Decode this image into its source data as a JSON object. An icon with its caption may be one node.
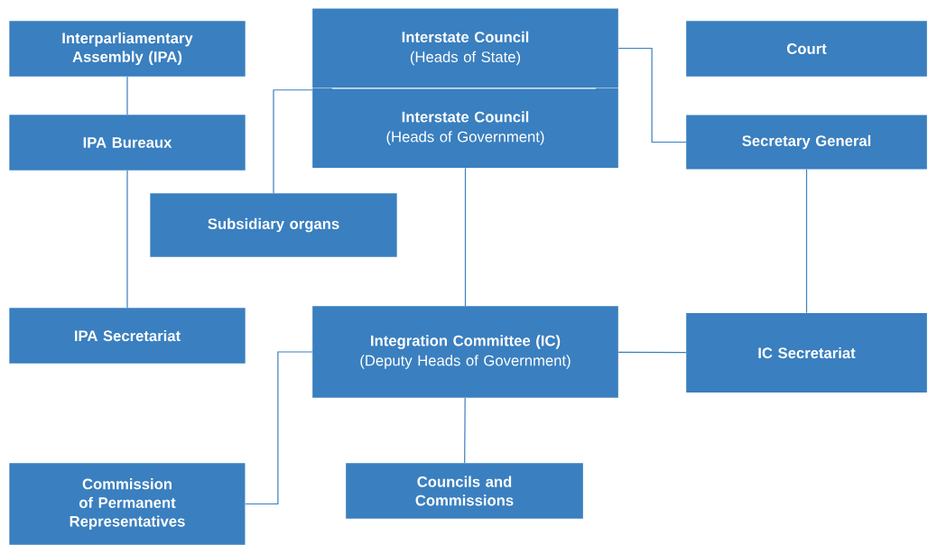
{
  "diagram": {
    "nodes": [
      {
        "text": [
          "Interparliamentary Assembly (IPA)"
        ]
      },
      {
        "text": [
          "IPA Bureaux"
        ]
      },
      {
        "text": [
          "IPA Secretariat"
        ]
      },
      {
        "text": [
          "Interstate Council",
          "(Heads of State)"
        ]
      },
      {
        "text": [
          "Interstate Council",
          "(Heads of Government)"
        ]
      },
      {
        "text": [
          "Court"
        ]
      },
      {
        "text": [
          "Secretary General"
        ]
      },
      {
        "text": [
          "Subsidiary organs"
        ]
      },
      {
        "text": [
          "Integration Committee (IC)",
          "(Deputy Heads of Government)"
        ]
      },
      {
        "text": [
          "IC Secretariat"
        ]
      },
      {
        "text": [
          "Commission of Permanent Representatives"
        ]
      },
      {
        "text": [
          "Councils and Commissions"
        ]
      }
    ],
    "edges": [
      {
        "from": 0,
        "to": 1,
        "arrow": "none"
      },
      {
        "from": 1,
        "to": 2,
        "arrow": "none"
      },
      {
        "from": 3,
        "to": 6,
        "arrow": "none"
      },
      {
        "from": 7,
        "to": 4,
        "arrow": "none"
      },
      {
        "from": 4,
        "to": 8,
        "arrow": "none"
      },
      {
        "from": 6,
        "to": 9,
        "arrow": "none"
      },
      {
        "from": 8,
        "to": 9,
        "arrow": "none"
      },
      {
        "from": 8,
        "to": 10,
        "arrow": "none"
      },
      {
        "from": 8,
        "to": 11,
        "arrow": "none"
      }
    ]
  }
}
